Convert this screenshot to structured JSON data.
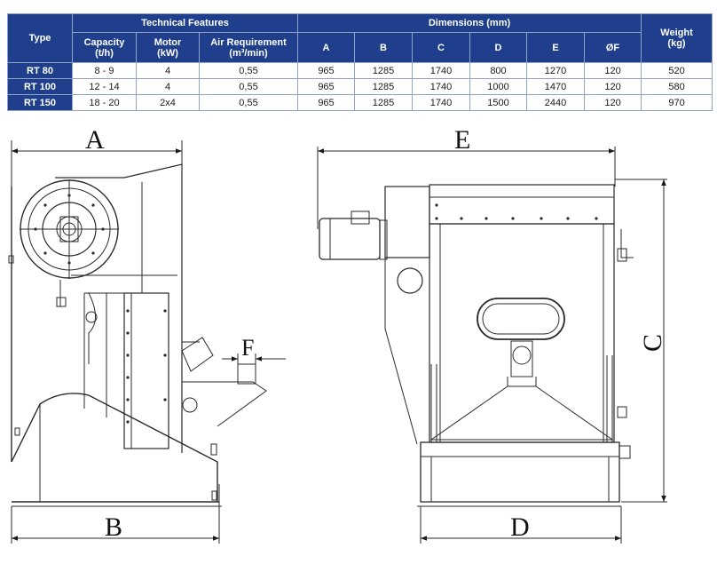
{
  "table": {
    "type_header": "Type",
    "technical_features_header": "Technical Features",
    "dimensions_header": "Dimensions (mm)",
    "weight_header": "Weight",
    "weight_unit": "(kg)",
    "sub_headers": [
      {
        "label": "Capacity",
        "unit": "(t/h)"
      },
      {
        "label": "Motor",
        "unit": "(kW)"
      },
      {
        "label": "Air Requirement",
        "unit": "(m³/min)"
      },
      {
        "label": "A",
        "unit": ""
      },
      {
        "label": "B",
        "unit": ""
      },
      {
        "label": "C",
        "unit": ""
      },
      {
        "label": "D",
        "unit": ""
      },
      {
        "label": "E",
        "unit": ""
      },
      {
        "label": "ØF",
        "unit": ""
      }
    ],
    "rows": [
      {
        "type": "RT 80",
        "capacity": "8 - 9",
        "motor": "4",
        "air": "0,55",
        "a": "965",
        "b": "1285",
        "c": "1740",
        "d": "800",
        "e": "1270",
        "f": "120",
        "weight": "520"
      },
      {
        "type": "RT 100",
        "capacity": "12 - 14",
        "motor": "4",
        "air": "0,55",
        "a": "965",
        "b": "1285",
        "c": "1740",
        "d": "1000",
        "e": "1470",
        "f": "120",
        "weight": "580"
      },
      {
        "type": "RT 150",
        "capacity": "18 - 20",
        "motor": "2x4",
        "air": "0,55",
        "a": "965",
        "b": "1285",
        "c": "1740",
        "d": "1500",
        "e": "2440",
        "f": "120",
        "weight": "970"
      }
    ]
  },
  "drawing": {
    "labels": {
      "a": "A",
      "b": "B",
      "c": "C",
      "d": "D",
      "e": "E",
      "f": "F"
    }
  }
}
